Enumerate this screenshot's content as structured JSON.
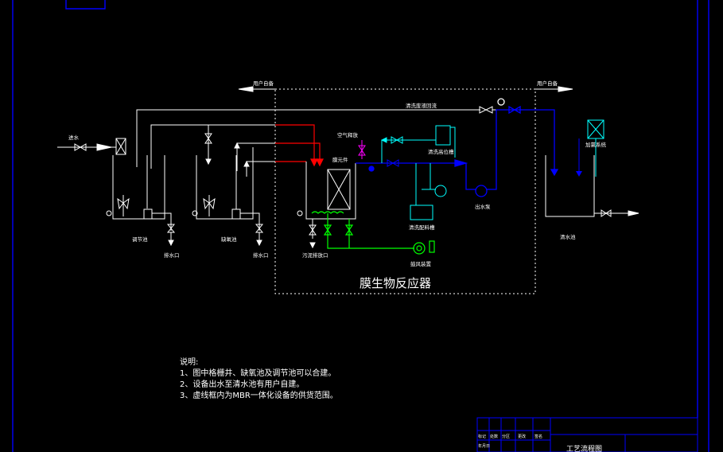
{
  "colors": {
    "background": "#000000",
    "border": "#0000ff",
    "process_line": "#ffffff",
    "air_line": "#ff0000",
    "drain_line": "#00ff00",
    "chemical_line": "#00ffff",
    "clean_line": "#0000ff",
    "sample_line": "#ff00ff"
  },
  "labels": {
    "user_provided_left": "用户自备",
    "user_provided_right": "用户自备",
    "backwash_pipe": "清洗废液回流",
    "inlet_water": "进水",
    "air_sampling": "空气释放",
    "membrane_module": "膜元件",
    "clean_tank_top": "清洗高位槽",
    "clean_dosing_tank": "清洗配料槽",
    "outlet_pump": "出水泵",
    "blower": "鼓风装置",
    "disinfect_system": "加氯系统",
    "regulating_tank": "调节池",
    "anoxic_tank": "缺氧池",
    "drain_1": "排水口",
    "drain_2": "排水口",
    "sludge_drain": "污泥排放口",
    "clear_water_tank": "清水池",
    "reactor_title": "膜生物反应器"
  },
  "notes": {
    "heading": "说明:",
    "items": [
      "1、图中格栅井、缺氧池及调节池可以合建。",
      "2、设备出水至清水池有用户自建。",
      "3、虚线框内为MBR一体化设备的供货范围。"
    ]
  },
  "title_block": {
    "title": "工艺流程图",
    "cells": [
      "标记",
      "处数",
      "分区",
      "更改",
      "签名",
      "年月日"
    ]
  }
}
